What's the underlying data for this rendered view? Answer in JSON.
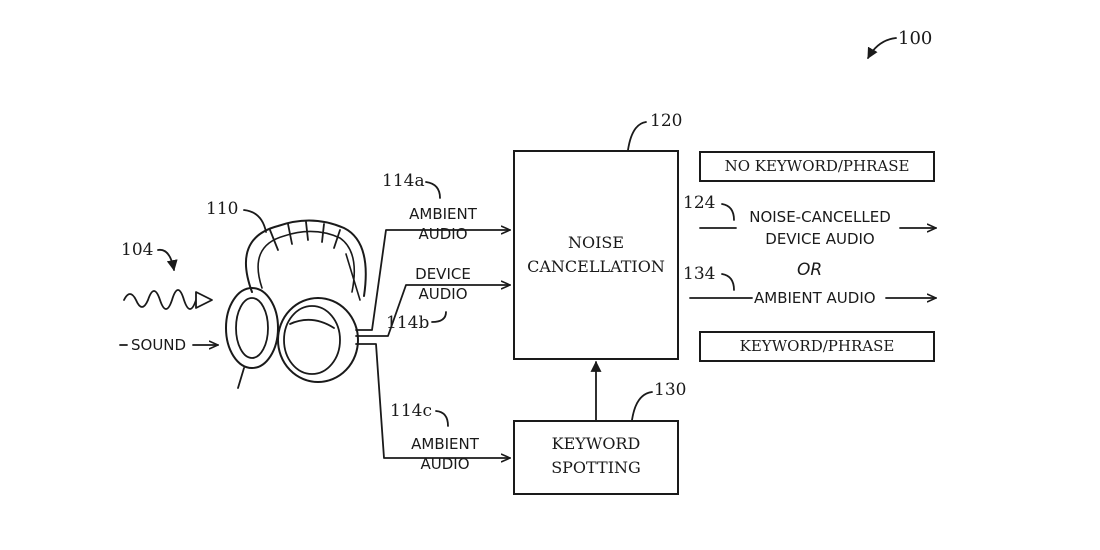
{
  "figure": {
    "number": "100",
    "sound_ref": "104",
    "headphones_ref": "110",
    "sound_label": "SOUND"
  },
  "inputs": [
    {
      "ref": "114a",
      "label_line1": "AMBIENT",
      "label_line2": "AUDIO"
    },
    {
      "ref": "114b",
      "label_line1": "DEVICE",
      "label_line2": "AUDIO"
    },
    {
      "ref": "114c",
      "label_line1": "AMBIENT",
      "label_line2": "AUDIO"
    }
  ],
  "noise_cancellation": {
    "ref": "120",
    "line1": "NOISE",
    "line2": "CANCELLATION"
  },
  "keyword_spotting": {
    "ref": "130",
    "line1": "KEYWORD",
    "line2": "SPOTTING"
  },
  "outputs": {
    "no_keyword_tag": "NO KEYWORD/PHRASE",
    "keyword_tag": "KEYWORD/PHRASE",
    "noise_cancelled": {
      "ref": "124",
      "line1": "NOISE-CANCELLED",
      "line2": "DEVICE AUDIO"
    },
    "or_label": "OR",
    "ambient": {
      "ref": "134",
      "line1": "AMBIENT AUDIO"
    }
  }
}
